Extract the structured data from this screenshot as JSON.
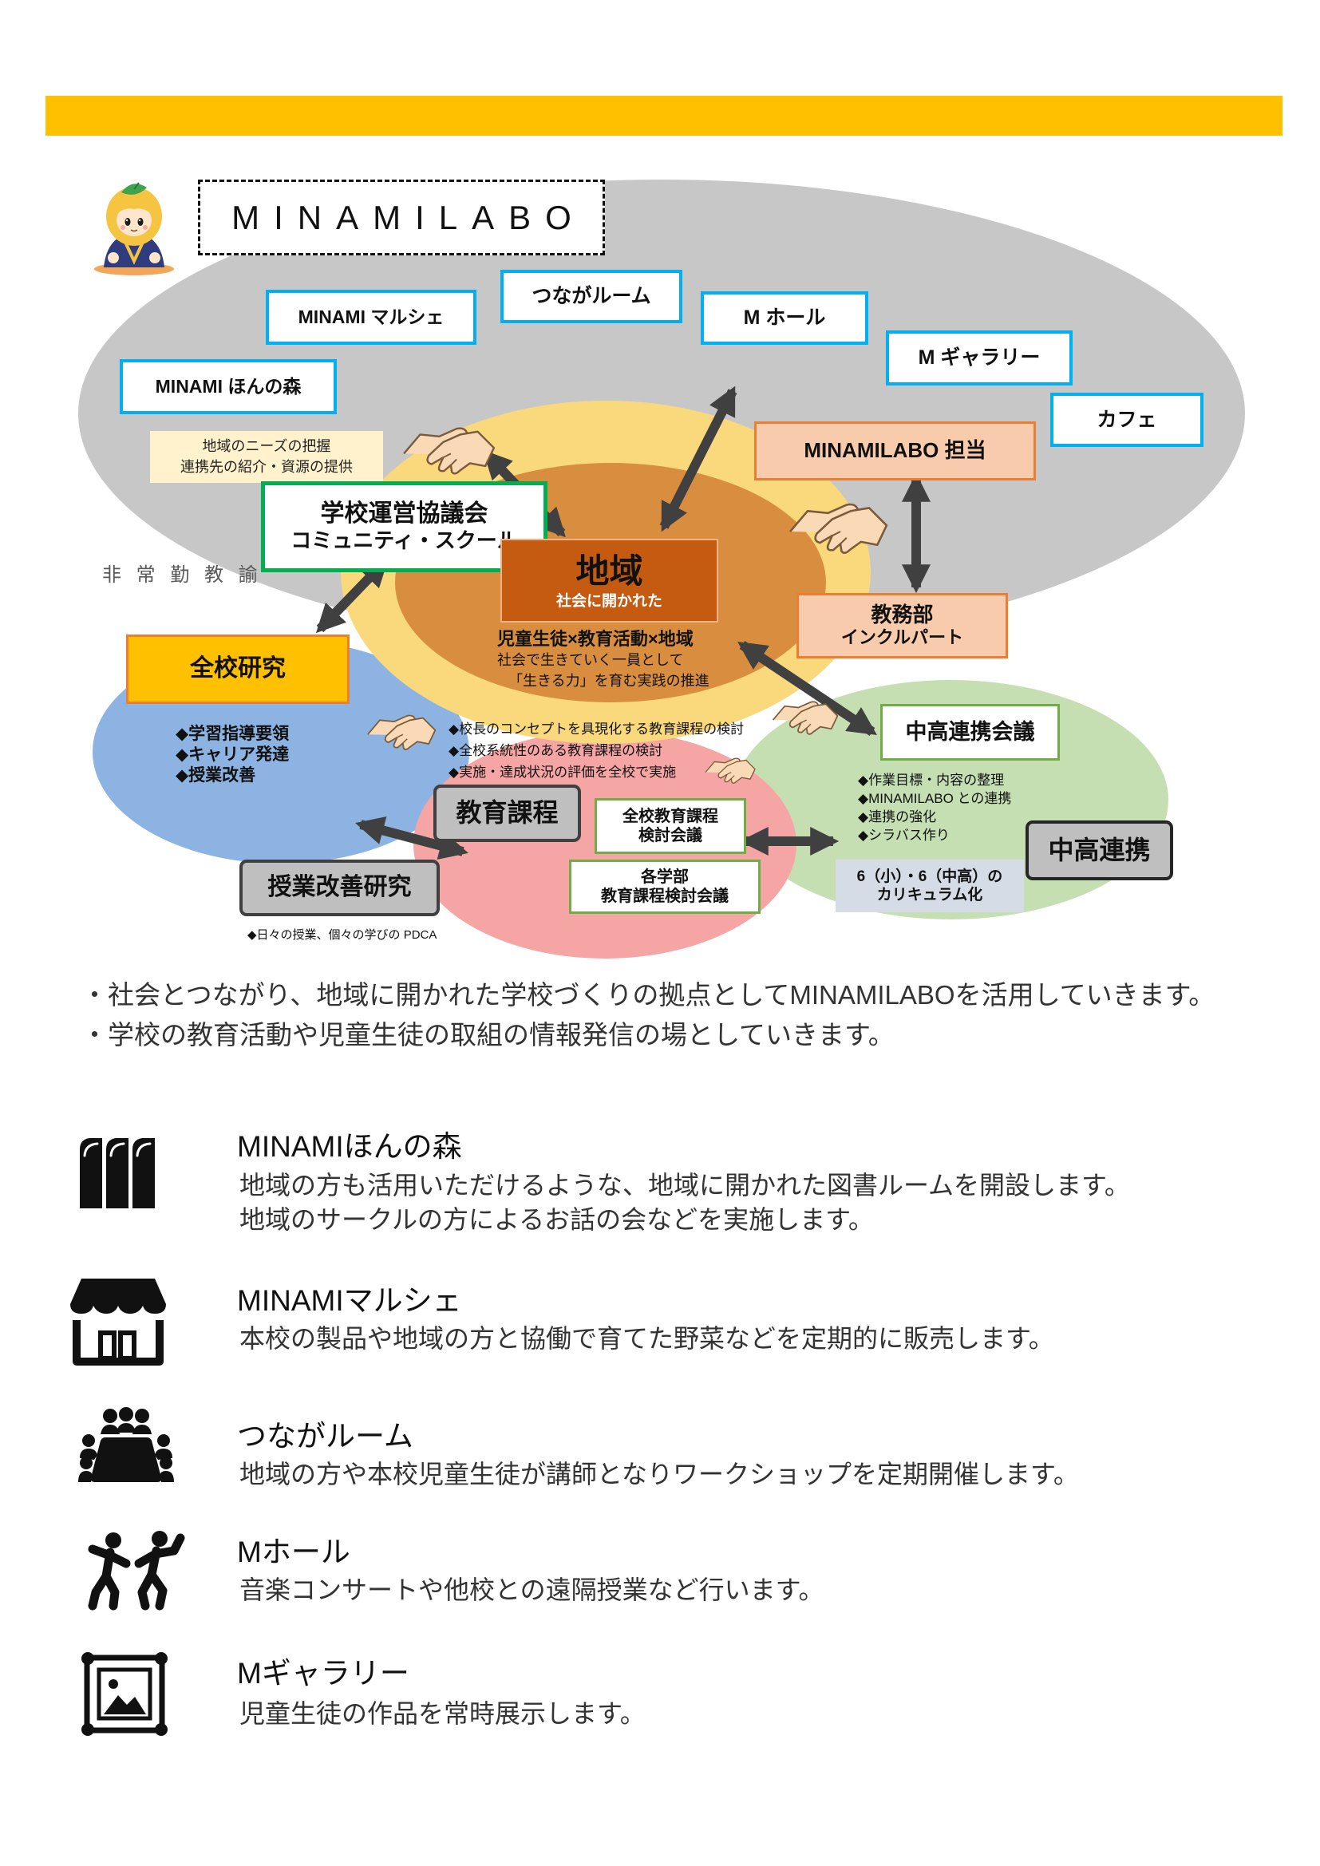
{
  "colors": {
    "accent_bar": "#FFC000",
    "facility_border": "#00B0F0",
    "council_border": "#00B050",
    "community_fill": "#C55A11",
    "arrow": "#404040"
  },
  "diagram": {
    "logo_title": "MINAMILABO",
    "facilities": {
      "marche": "MINAMI マルシェ",
      "tsunaga_room": "つながルーム",
      "m_hall": "M ホール",
      "m_gallery": "M ギャラリー",
      "honnomori": "MINAMI ほんの森",
      "cafe": "カフェ"
    },
    "needs": [
      "地域のニーズの把握",
      "連携先の紹介・資源の提供"
    ],
    "council": {
      "title": "学校運営協議会",
      "subtitle": "コミュニティ・スクール"
    },
    "part_time_teacher": "非 常 勤 教 諭",
    "labo_staff": "MINAMILABO 担当",
    "academic_affairs": {
      "title": "教務部",
      "subtitle": "インクルパート"
    },
    "community": {
      "title": "地域",
      "subtitle": "社会に開かれた"
    },
    "core": [
      "児童生徒×教育活動×地域",
      "社会で生きていく一員として",
      "「生きる力」を育む実践の推進"
    ],
    "school_research": {
      "title": "全校研究",
      "items": [
        "◆学習指導要領",
        "◆キャリア発達",
        "◆授業改善"
      ]
    },
    "curriculum_items": [
      "◆校長のコンセプトを具現化する教育課程の検討",
      "◆全校系統性のある教育課程の検討",
      "◆実施・達成状況の評価を全校で実施"
    ],
    "jh_meeting": {
      "title": "中高連携会議",
      "items": [
        "◆作業目標・内容の整理",
        "◆MINAMILABO との連携",
        "◆連携の強化",
        "◆シラバス作り"
      ]
    },
    "jh_link": "中高連携",
    "curriculum_note": [
      "6（小）・6（中高）の",
      "カリキュラム化"
    ],
    "curriculum": "教育課程",
    "school_curriculum_meeting": [
      "全校教育課程",
      "検討会議"
    ],
    "dept_curriculum_meeting": [
      "各学部",
      "教育課程検討会議"
    ],
    "lesson_research": "授業改善研究",
    "lesson_note": "◆日々の授業、個々の学びの PDCA"
  },
  "intro": [
    "・社会とつながり、地域に開かれた学校づくりの拠点としてMINAMILABOを活用していきます。",
    "・学校の教育活動や児童生徒の取組の情報発信の場としていきます。"
  ],
  "features": [
    {
      "icon": "books-icon",
      "title": "MINAMIほんの森",
      "description": [
        "地域の方も活用いただけるような、地域に開かれた図書ルームを開設します。",
        "地域のサークルの方によるお話の会などを実施します。"
      ]
    },
    {
      "icon": "store-icon",
      "title": "MINAMIマルシェ",
      "description": [
        "本校の製品や地域の方と協働で育てた野菜などを定期的に販売します。"
      ]
    },
    {
      "icon": "meeting-icon",
      "title": "つながルーム",
      "description": [
        "地域の方や本校児童生徒が講師となりワークショップを定期開催します。"
      ]
    },
    {
      "icon": "dancers-icon",
      "title": "Mホール",
      "description": [
        "音楽コンサートや他校との遠隔授業など行います。"
      ]
    },
    {
      "icon": "picture-frame-icon",
      "title": "Mギャラリー",
      "description": [
        "児童生徒の作品を常時展示します。"
      ]
    }
  ]
}
